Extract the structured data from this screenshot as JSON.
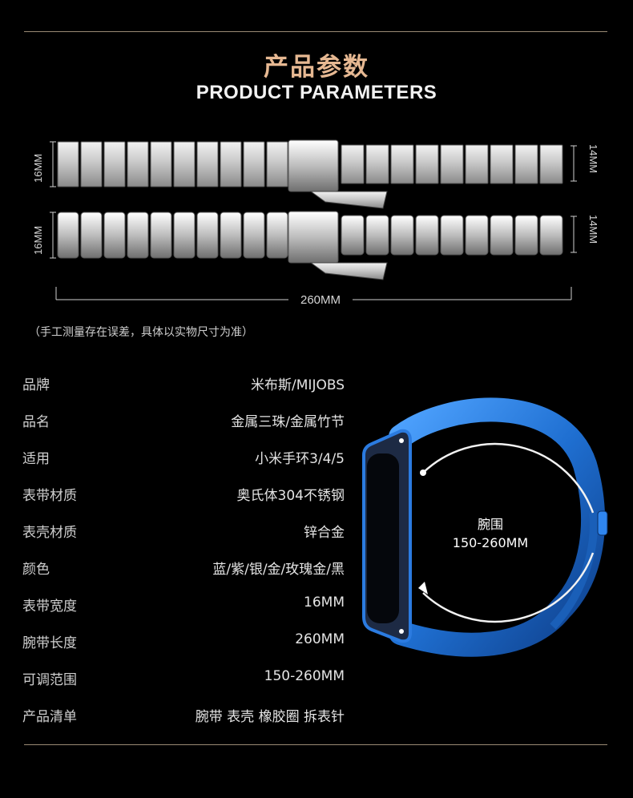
{
  "header": {
    "title_cn": "产品参数",
    "title_en": "PRODUCT PARAMETERS"
  },
  "strap_diagram": {
    "top_strap": {
      "left_width": "16MM",
      "right_width": "14MM"
    },
    "bottom_strap": {
      "left_width": "16MM",
      "right_width": "14MM"
    },
    "total_length": "260MM"
  },
  "note": "（手工测量存在误差，具体以实物尺寸为准）",
  "specs": [
    {
      "label": "品牌",
      "value": "米布斯/MIJOBS"
    },
    {
      "label": "品名",
      "value": "金属三珠/金属竹节"
    },
    {
      "label": "适用",
      "value": "小米手环3/4/5"
    },
    {
      "label": "表带材质",
      "value": "奥氏体304不锈钢"
    },
    {
      "label": "表壳材质",
      "value": "锌合金"
    },
    {
      "label": "颜色",
      "value": "蓝/紫/银/金/玫瑰金/黑"
    },
    {
      "label": "表带宽度",
      "value": "16MM"
    },
    {
      "label": "腕带长度",
      "value": "260MM"
    },
    {
      "label": "可调范围",
      "value": "150-260MM"
    },
    {
      "label": "产品清单",
      "value": "腕带 表壳 橡胶圈 拆表针"
    }
  ],
  "watch_image": {
    "wrist_label": "腕围",
    "wrist_range": "150-260MM",
    "band_color": "#1f6fd1"
  },
  "colors": {
    "title_accent": "#e6b892",
    "rule": "#9a8a74",
    "background": "#000000"
  }
}
